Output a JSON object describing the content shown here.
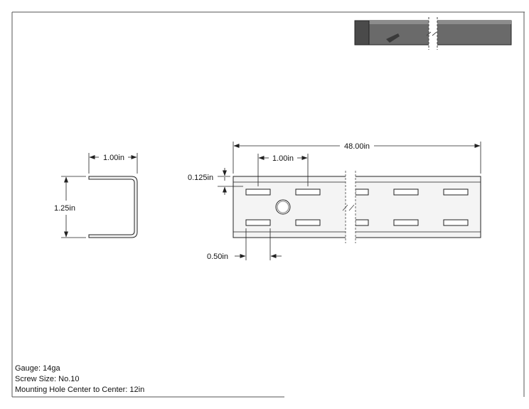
{
  "dimensions": {
    "profile_width": "1.00in",
    "profile_height": "1.25in",
    "overall_length": "48.00in",
    "slot_length": "1.00in",
    "edge_offset": "0.125in",
    "slot_spacing": "0.50in"
  },
  "notes": {
    "gauge": "Gauge: 14ga",
    "screw_size": "Screw Size: No.10",
    "mounting": "Mounting Hole Center to Center: 12in"
  },
  "colors": {
    "line": "#222222",
    "part_fill": "#f4f4f4",
    "iso_dark": "#5a5a5a",
    "iso_top": "#8c8c8c"
  }
}
